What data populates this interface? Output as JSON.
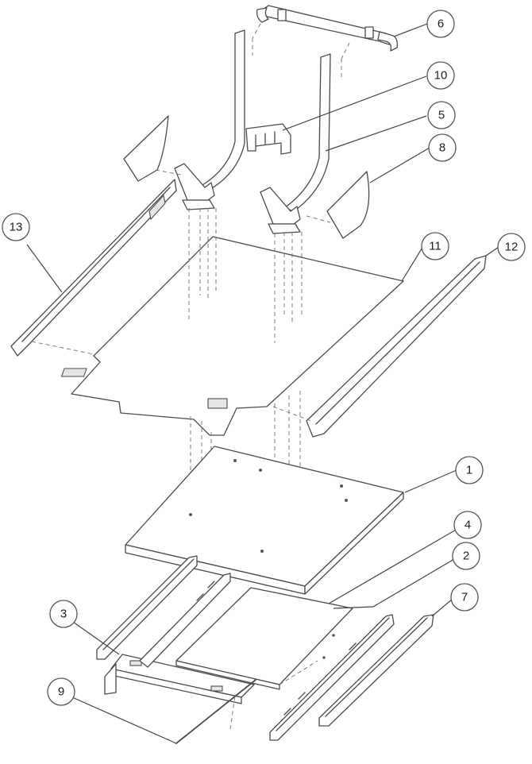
{
  "callouts": [
    {
      "id": "c1",
      "label": "1"
    },
    {
      "id": "c2",
      "label": "2"
    },
    {
      "id": "c3",
      "label": "3"
    },
    {
      "id": "c4",
      "label": "4"
    },
    {
      "id": "c5",
      "label": "5"
    },
    {
      "id": "c6",
      "label": "6"
    },
    {
      "id": "c7",
      "label": "7"
    },
    {
      "id": "c8",
      "label": "8"
    },
    {
      "id": "c9",
      "label": "9"
    },
    {
      "id": "c10",
      "label": "10"
    },
    {
      "id": "c11",
      "label": "11"
    },
    {
      "id": "c12",
      "label": "12"
    },
    {
      "id": "c13",
      "label": "13"
    }
  ],
  "line_color": "#4a4a4a",
  "callout_stroke": "#555555"
}
